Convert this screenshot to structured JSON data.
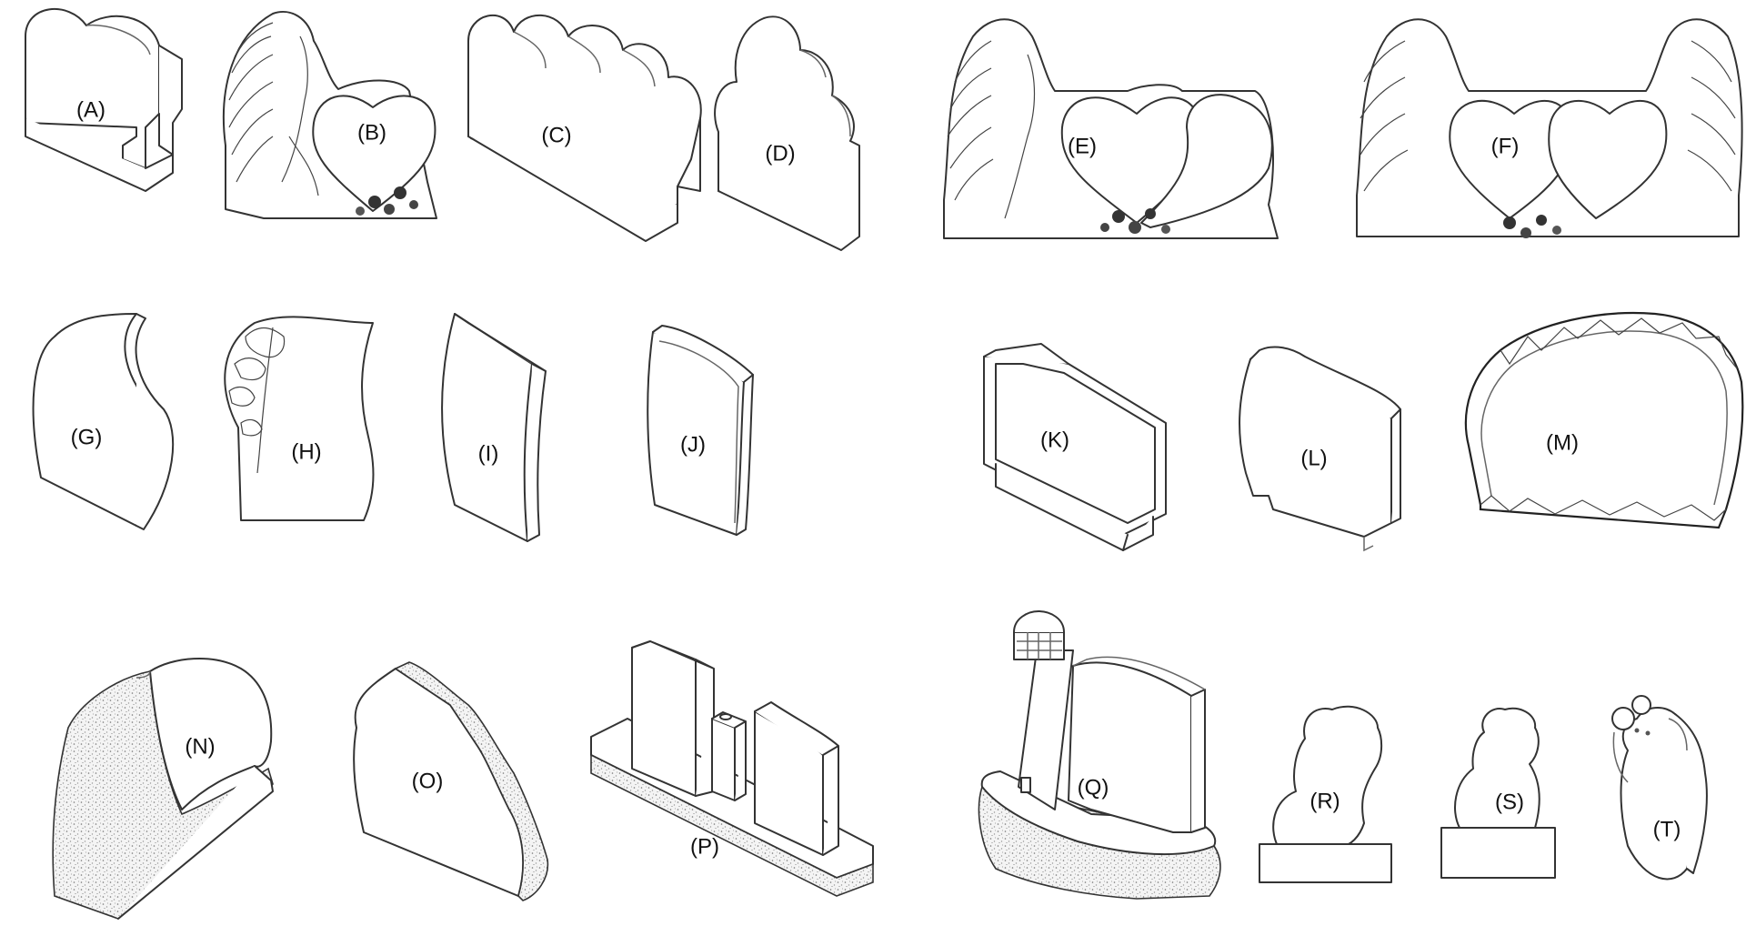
{
  "labels": {
    "A": "(A)",
    "B": "(B)",
    "C": "(C)",
    "D": "(D)",
    "E": "(E)",
    "F": "(F)",
    "G": "(G)",
    "H": "(H)",
    "I": "(I)",
    "J": "(J)",
    "K": "(K)",
    "L": "(L)",
    "M": "(M)",
    "N": "(N)",
    "O": "(O)",
    "P": "(P)",
    "Q": "(Q)",
    "R": "(R)",
    "S": "(S)",
    "T": "(T)"
  },
  "colors": {
    "line": "#333333",
    "background": "#ffffff",
    "granite": "#888888"
  }
}
